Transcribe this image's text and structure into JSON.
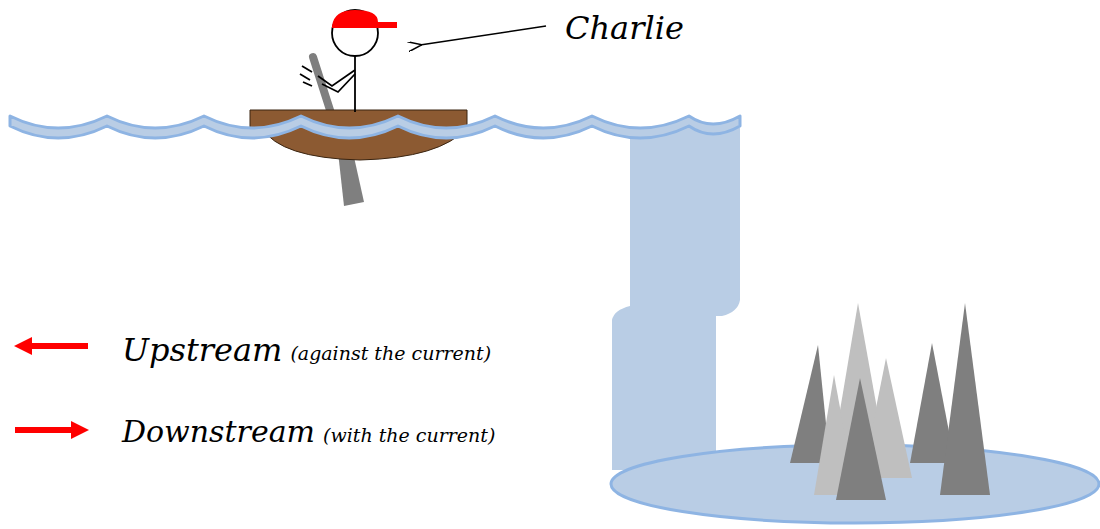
{
  "diagram": {
    "labels": [
      "Charlie",
      "Upstream",
      "(against the current)",
      "Downstream",
      "(with the current)"
    ]
  }
}
